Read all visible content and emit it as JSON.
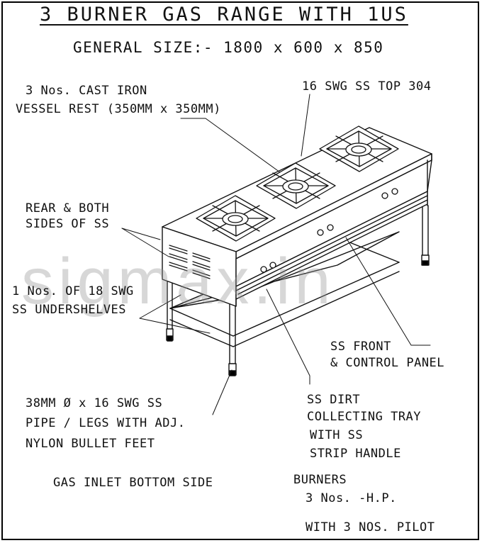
{
  "title": "3 BURNER  GAS RANGE WITH 1US",
  "general_size": "GENERAL SIZE:- 1800 x 600 x 850",
  "watermark": "sigmax.in",
  "labels": {
    "vessel_rest_line1": "3 Nos. CAST IRON",
    "vessel_rest_line2": "VESSEL REST (350MM x 350MM)",
    "top": "16 SWG SS TOP 304",
    "rear_line1": "REAR & BOTH",
    "rear_line2": "SIDES OF SS",
    "undershelf_line1": "1 Nos. OF 18 SWG",
    "undershelf_line2": "SS UNDERSHELVES",
    "front_panel_line1": "SS FRONT",
    "front_panel_line2": "& CONTROL PANEL",
    "legs_line1": "38MM Ø x 16 SWG SS",
    "legs_line2": "PIPE / LEGS WITH ADJ.",
    "legs_line3": "NYLON BULLET FEET",
    "tray_line1": "SS DIRT",
    "tray_line2": "COLLECTING TRAY",
    "tray_line3": "WITH SS",
    "tray_line4": "STRIP HANDLE",
    "gas_inlet": "GAS INLET BOTTOM SIDE",
    "burners_heading": "BURNERS",
    "burners_count": "3 Nos. -H.P.",
    "burners_pilot": "WITH 3 NOS. PILOT"
  },
  "colors": {
    "line": "#111111",
    "background": "#ffffff",
    "watermark": "#969696"
  }
}
